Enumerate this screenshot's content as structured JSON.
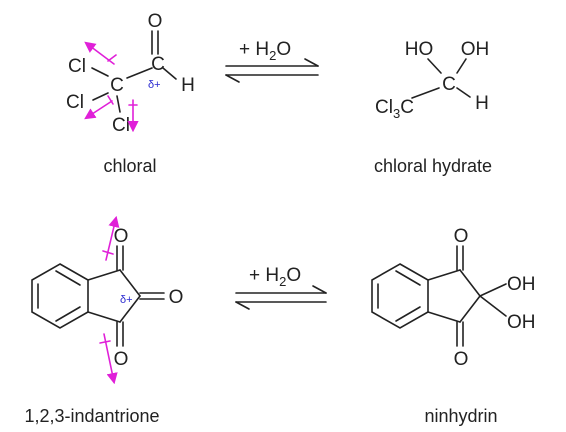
{
  "colors": {
    "ink": "#222222",
    "dipole": "#e020d8",
    "delta": "#2a2ad0"
  },
  "reagent": {
    "plus": "+ H",
    "sub": "2",
    "tail": "O"
  },
  "chloral": {
    "name": "chloral",
    "cl": "Cl",
    "c": "C",
    "o": "O",
    "h": "H",
    "delta": "δ+"
  },
  "chloral_hydrate": {
    "name": "chloral hydrate",
    "ho": "HO",
    "oh": "OH",
    "cl3": "Cl",
    "cl3_sub": "3",
    "c": "C",
    "h": "H"
  },
  "indantrione": {
    "name": "1,2,3-indantrione",
    "o": "O",
    "delta": "δ+"
  },
  "ninhydrin": {
    "name": "ninhydrin",
    "o": "O",
    "oh": "OH"
  }
}
